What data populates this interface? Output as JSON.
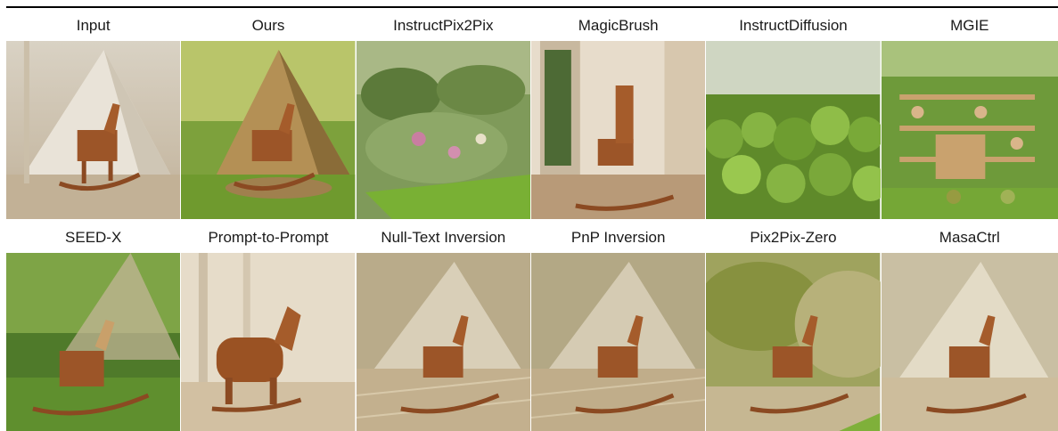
{
  "figure": {
    "row1": [
      {
        "label": "Input",
        "icon": "rocking-horse-tent-indoor-image"
      },
      {
        "label": "Ours",
        "icon": "rocking-horse-garden-tent-image"
      },
      {
        "label": "InstructPix2Pix",
        "icon": "garden-landscape-image"
      },
      {
        "label": "MagicBrush",
        "icon": "rocking-chair-doorway-image"
      },
      {
        "label": "InstructDiffusion",
        "icon": "topiary-garden-image"
      },
      {
        "label": "MGIE",
        "icon": "teddy-bear-garden-shelves-image"
      }
    ],
    "row2": [
      {
        "label": "SEED-X",
        "icon": "rocking-horse-grass-image"
      },
      {
        "label": "Prompt-to-Prompt",
        "icon": "wooden-horse-window-image"
      },
      {
        "label": "Null-Text Inversion",
        "icon": "rocking-horse-tent-indoor-image"
      },
      {
        "label": "PnP Inversion",
        "icon": "rocking-horse-tent-indoor-image"
      },
      {
        "label": "Pix2Pix-Zero",
        "icon": "rocking-horse-blurred-green-image"
      },
      {
        "label": "MasaCtrl",
        "icon": "rocking-horse-tent-indoor-image"
      }
    ]
  }
}
